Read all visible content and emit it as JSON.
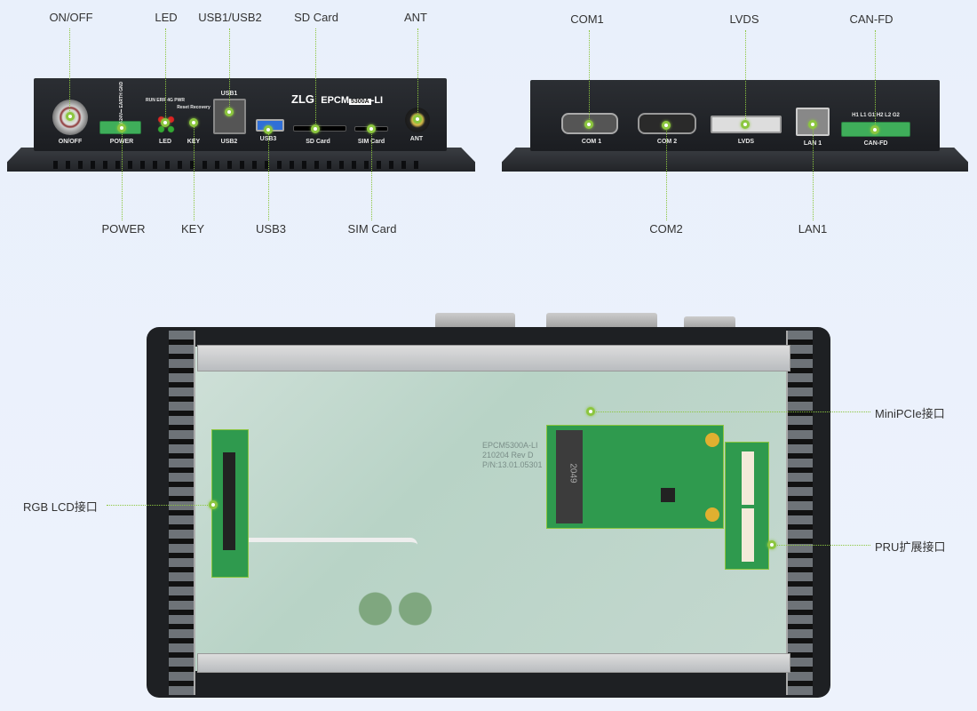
{
  "callouts_top": {
    "on_off": "ON/OFF",
    "led": "LED",
    "usb1_usb2": "USB1/USB2",
    "sd_card": "SD Card",
    "ant": "ANT",
    "com1": "COM1",
    "lvds": "LVDS",
    "can_fd": "CAN-FD"
  },
  "callouts_bottom": {
    "power": "POWER",
    "key": "KEY",
    "usb3": "USB3",
    "sim_card": "SIM Card",
    "com2": "COM2",
    "lan1": "LAN1"
  },
  "callouts_board": {
    "minipcie": "MiniPCIe接口",
    "rgb_lcd": "RGB LCD接口",
    "pru": "PRU扩展接口"
  },
  "front_panel": {
    "brand": "ZLG",
    "model": "EPCM",
    "model_box": "5300A",
    "model_suffix": "-LI",
    "on_off": "ON/OFF",
    "power": "POWER",
    "power_pins": "12V-24V⎓ EARTH GND",
    "led_top": "RUN ERR 4G PWR",
    "led": "LED",
    "key_top": "Reset Recovery",
    "key": "KEY",
    "usb1": "USB1",
    "usb2": "USB2",
    "usb3": "USB3",
    "sd_card": "SD Card",
    "sim_card": "SIM Card",
    "ant": "ANT"
  },
  "back_panel": {
    "com1": "COM 1",
    "com2": "COM 2",
    "lvds": "LVDS",
    "lan1": "LAN 1",
    "can_pins": "H1 L1 G1 H2 L2 G2",
    "can_fd": "CAN-FD"
  },
  "board": {
    "silk1": "EPCM5300A-LI",
    "silk2": "210204 Rev D",
    "silk3": "P/N:13.01.05301",
    "slot": "2049"
  },
  "colors": {
    "accent": "#8cc63f",
    "background": "#eaf1fc",
    "pcb": "#2f9a4e"
  }
}
